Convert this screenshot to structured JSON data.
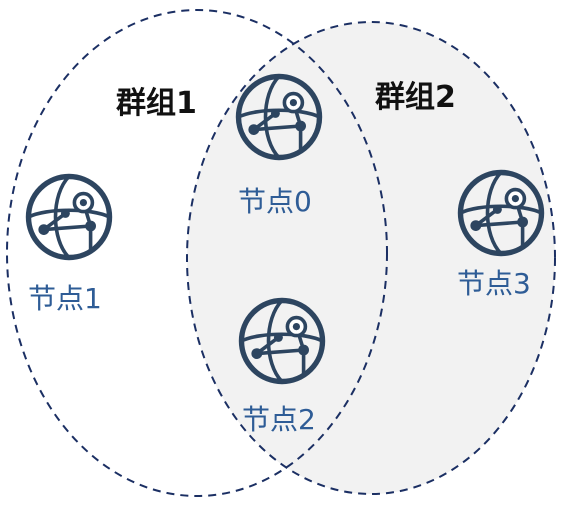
{
  "groups": [
    {
      "label": "群组1"
    },
    {
      "label": "群组2"
    }
  ],
  "nodes": [
    {
      "label": "节点0",
      "icon": "globe-network-icon"
    },
    {
      "label": "节点1",
      "icon": "globe-network-icon"
    },
    {
      "label": "节点2",
      "icon": "globe-network-icon"
    },
    {
      "label": "节点3",
      "icon": "globe-network-icon"
    }
  ],
  "colors": {
    "ellipse_stroke": "#1b2f63",
    "group2_fill": "#f2f2f2",
    "icon": "#2d4560",
    "node_label": "#2e5c96",
    "group_label": "#111111"
  }
}
